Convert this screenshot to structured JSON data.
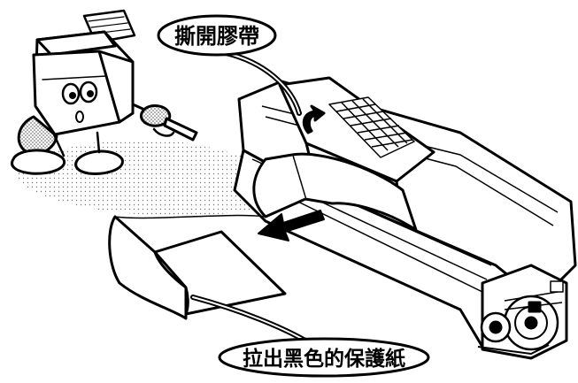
{
  "labels": {
    "tear_tape": "撕開膠帶",
    "pull_protective_paper": "拉出黑色的保護紙"
  },
  "icons": {
    "mascot": "printer-mascot-pointing",
    "arrow": "pull-direction-arrow-left"
  },
  "colors": {
    "ink": "#000000",
    "paper": "#ffffff",
    "shadow": "#9a9a9a"
  }
}
